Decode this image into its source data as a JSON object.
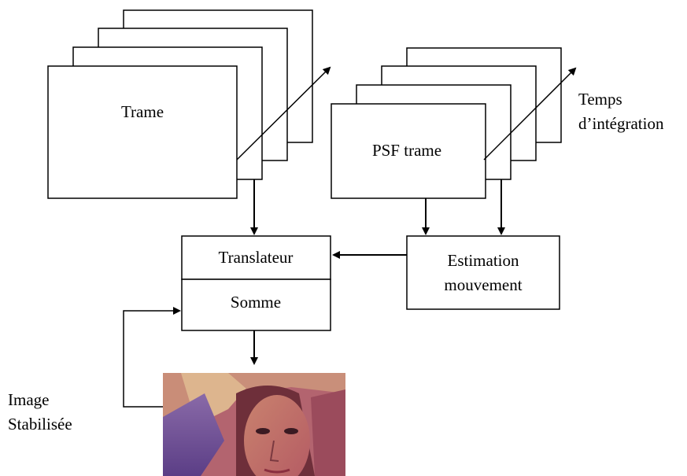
{
  "diagram": {
    "frame_label": "Trame",
    "psf_label": "PSF trame",
    "time_label_line1": "Temps",
    "time_label_line2": "d’intégration",
    "translator_label": "Translateur",
    "sum_label": "Somme",
    "estimation_line1": "Estimation",
    "estimation_line2": "mouvement",
    "output_line1": "Image",
    "output_line2": "Stabilisée"
  },
  "colors": {
    "stroke": "#000000",
    "background": "#ffffff"
  }
}
